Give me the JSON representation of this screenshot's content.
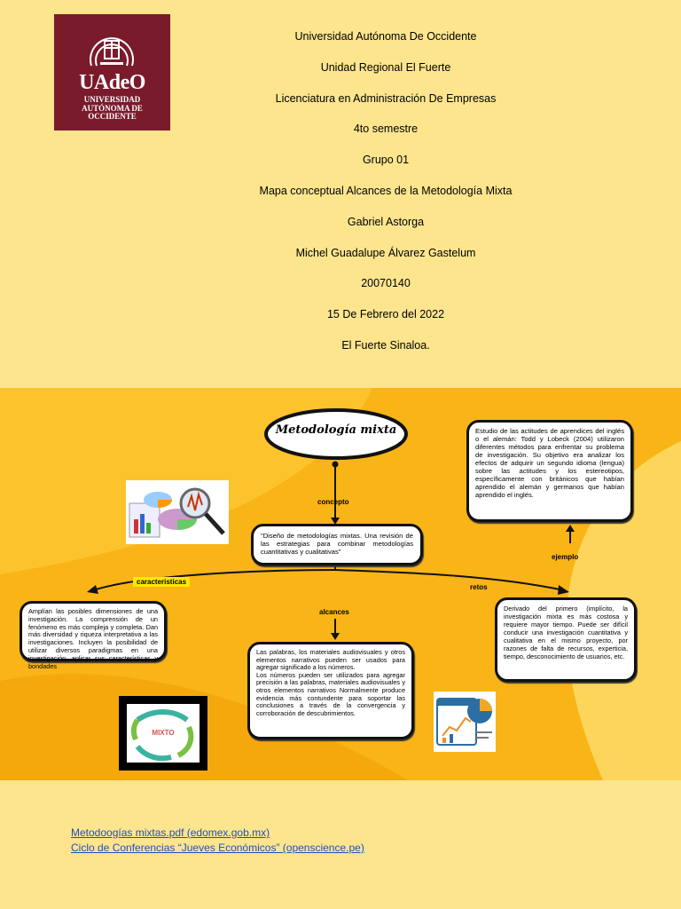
{
  "logo": {
    "name": "UAdeO",
    "line1": "UNIVERSIDAD",
    "line2": "AUTÓNOMA DE",
    "line3": "OCCIDENTE"
  },
  "header": [
    "Universidad Autónoma De Occidente",
    "Unidad Regional El Fuerte",
    "Licenciatura en Administración De Empresas",
    "4to semestre",
    "Grupo 01",
    "Mapa conceptual Alcances de la Metodología Mixta",
    "Gabriel Astorga",
    "Michel Guadalupe Álvarez Gastelum",
    "20070140",
    "15 De Febrero del 2022",
    "El Fuerte Sinaloa."
  ],
  "map": {
    "title": "Metodología mixta",
    "labels": {
      "concepto": "concepto",
      "caracteristicas": "caracteristicas",
      "alcances": "alcances",
      "retos": "retos",
      "ejemplo": "ejemplo"
    },
    "concept_text": "\"Diseño de metodologías mixtas. Una revisión de las estrategias para combinar metodologías cuantitativas y cualitativas\"",
    "example_text": "Estudio de las actitudes de aprendices del inglés o el alemán: Todd y Lobeck (2004) utilizaron diferentes métodos para enfrentar su problema de investigación. Su objetivo era analizar los efectos de adquirir un segundo idioma (lengua) sobre las actitudes y los estereotipos, específicamente con británicos que habían aprendido el alemán y germanos que habían aprendido el inglés.",
    "characteristics_text": "Amplían las posibles dimensiones de una investigación. La comprensión de un fenómeno es más compleja y completa. Dan más diversidad y riqueza interpretativa a las investigaciones. Incluyen la posibilidad de utilizar diversos paradigmas en una investigación, aplicar sus características y bondades",
    "scope_text_1": "Las palabras, los materiales audiovisuales y otros elementos narrativos pueden ser usados para agregar significado a los números.",
    "scope_text_2": "Los números pueden ser utilizados para agregar precisión a las palabras, materiales audiovisuales y otros elementos narrativos Normalmente produce evidencia más contundente para soportar las conclusiones a través de la convergencia y corroboración de descubrimientos.",
    "challenges_text": "Derivado del primero (implícito, la investigación mixta es más costosa y requiere mayor tiempo. Puede ser difícil conducir una investigación cuantitativa y cualitativa en el mismo proyecto, por razones de falta de recursos, experticia, tiempo, desconocimiento de usuarios, etc.",
    "diagram_center": "MIXTO"
  },
  "links": [
    "Metodoogías mixtas.pdf (edomex.gob.mx)",
    "Ciclo de Conferencias “Jueves Económicos” (openscience.pe)"
  ],
  "colors": {
    "page": "#fde58e",
    "panel": "#f9b417",
    "logo": "#7a1b2c",
    "link": "#1f4fbf"
  }
}
